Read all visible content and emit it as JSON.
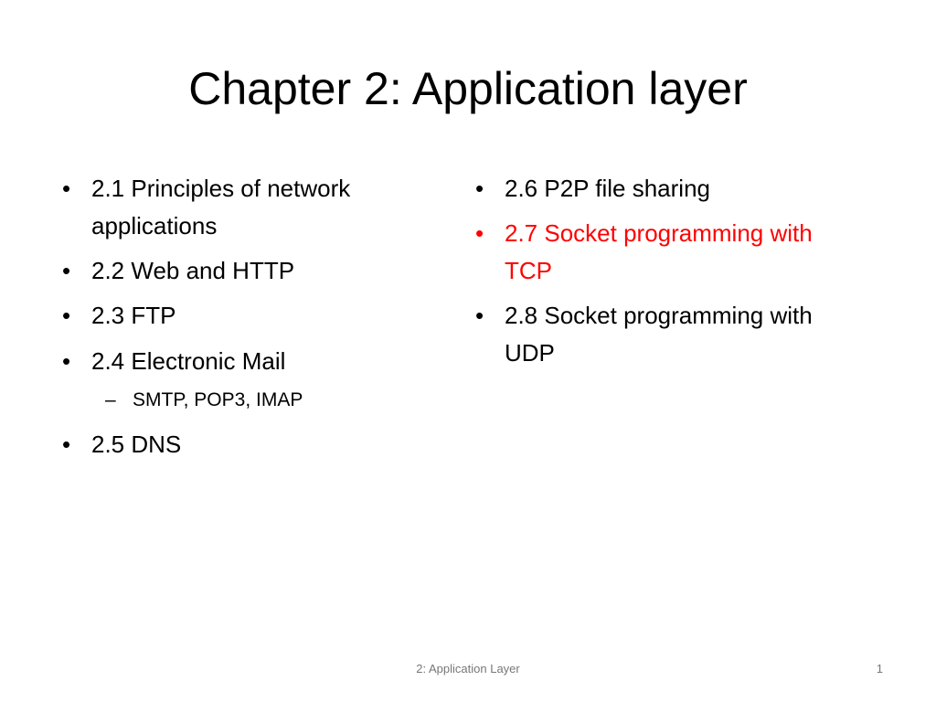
{
  "slide": {
    "title": "Chapter 2: Application layer",
    "left_items": [
      {
        "label": "2.1 Principles of network applications"
      },
      {
        "label": "2.2 Web and HTTP"
      },
      {
        "label": "2.3 FTP"
      },
      {
        "label": "2.4 Electronic Mail"
      },
      {
        "label": "2.5 DNS"
      }
    ],
    "sub_item": "SMTP, POP3, IMAP",
    "right_items": [
      {
        "label": "2.6 P2P file sharing"
      },
      {
        "label": "2.7 Socket programming with TCP",
        "color": "#ff0000"
      },
      {
        "label": "2.8 Socket programming with UDP"
      }
    ],
    "bullet": "•",
    "dash": "–",
    "footer": "2: Application Layer",
    "page_number": "1"
  }
}
